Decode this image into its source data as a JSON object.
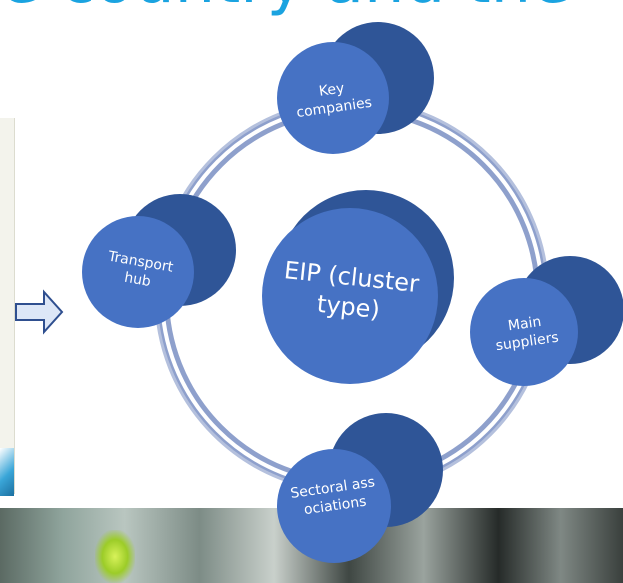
{
  "header": {
    "title_fragment": "e country and the"
  },
  "diagram": {
    "center": "EIP (cluster type)",
    "nodes": {
      "key_companies": "Key companies",
      "main_suppliers": "Main suppliers",
      "sectoral_associations": "Sectoral associations",
      "transport_hub": "Transport hub"
    },
    "arrow_icon": "right-arrow-icon"
  },
  "colors": {
    "circle_fill": "#4672c4",
    "circle_shadow": "#2f5597",
    "ring_light": "#b4c0dd",
    "ring_dark": "#8ea0cc",
    "title": "#1aa3e0"
  }
}
